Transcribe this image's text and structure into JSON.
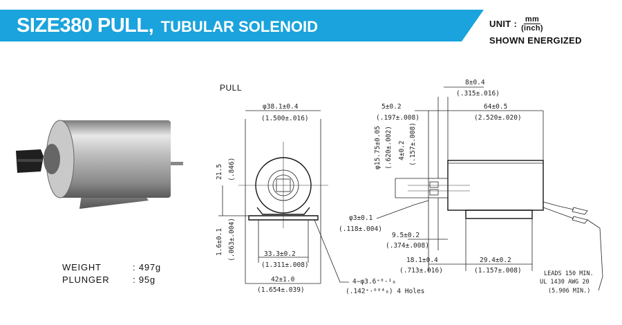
{
  "header": {
    "title_main": "SIZE380 PULL,",
    "title_sub": "TUBULAR SOLENOID",
    "banner_color": "#1aa3dc"
  },
  "units": {
    "prefix": "UNIT :",
    "numerator": "mm",
    "denominator": "(inch)",
    "note": "SHOWN ENERGIZED"
  },
  "specs": [
    {
      "label": "WEIGHT",
      "value": ": 497g"
    },
    {
      "label": "PLUNGER",
      "value": ":  95g"
    }
  ],
  "view_label": "PULL",
  "dimensions": {
    "dia_outer": "φ38.1±0.4",
    "dia_outer_in": "(1.500±.016)",
    "height_mm": "21.5",
    "height_in": "(.846)",
    "thk_mm": "1.6±0.1",
    "thk_in": "(.063±.004)",
    "hole_pitch": "33.3±0.2",
    "hole_pitch_in": "(1.311±.008)",
    "base_width": "42±1.0",
    "base_width_in": "(1.654±.039)",
    "holes": "4−φ3.6⁺⁰·¹₀",
    "holes_in": "(.142⁺·⁰⁰⁴₀) 4 Holes",
    "stroke": "8±0.4",
    "stroke_in": "(.315±.016)",
    "plunger_ext": "5±0.2",
    "plunger_ext_in": "(.197±.008)",
    "body_len": "64±0.5",
    "body_len_in": "(2.520±.020)",
    "plunger_dia": "φ15.75±0.05",
    "plunger_dia_in": "(.620±.002)",
    "slot": "4±0.2",
    "slot_in": "(.157±.008)",
    "pin_dia": "φ3±0.1",
    "pin_dia_in": "(.118±.004)",
    "pin_pos": "9.5±0.2",
    "pin_pos_in": "(.374±.008)",
    "mount_pos": "18.1±0.4",
    "mount_pos_in": "(.713±.016)",
    "mount_len": "29.4±0.2",
    "mount_len_in": "(1.157±.008)",
    "leads_1": "LEADS 150 MIN.",
    "leads_2": "UL 1430  AWG 20",
    "leads_3": "(5.906 MIN.)"
  }
}
